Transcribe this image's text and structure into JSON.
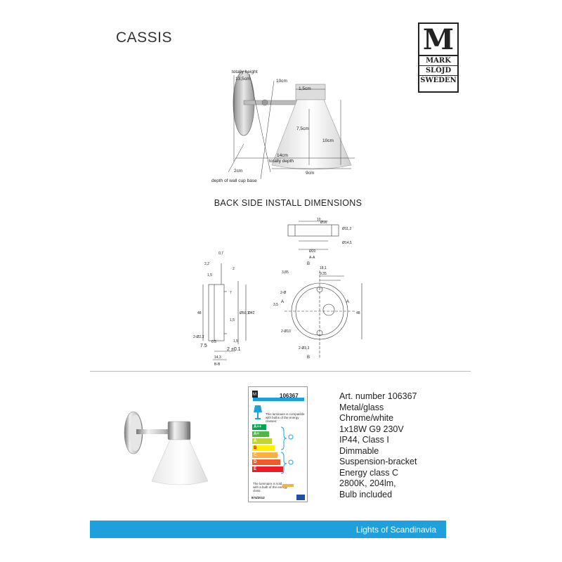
{
  "title": "CASSIS",
  "logo": {
    "letter": "M",
    "line1": "MARK",
    "line2": "SLÖJD",
    "line3": "SWEDEN"
  },
  "sketch": {
    "labels": [
      "totally height",
      "13,5cm",
      "10cm",
      "1,5cm",
      "7,5cm",
      "10cm",
      "14cm",
      "totally depth",
      "9cm",
      "2cm",
      "depth of wall cup base"
    ]
  },
  "install_title": "BACK SIDE INSTALL DIMENSIONS",
  "tech": {
    "top": [
      "Ø16",
      "Ø11,2",
      "Ø14,5",
      "Ø20",
      "A-A",
      "10"
    ],
    "side": [
      "0,7",
      "2,2",
      "2",
      "1,5",
      "7",
      "48",
      "Ø50,7",
      "Ø42",
      "1,5",
      "2-Ø2,3",
      "7.5",
      "2",
      "±0.1",
      "14,3",
      "B-B",
      "0.5",
      "1,5"
    ],
    "front": [
      "B",
      "18,1",
      "9,35",
      "3,85",
      "2-Ø",
      "A",
      "A",
      "48",
      "2-Ø10",
      "2-Ø3,3",
      "B",
      "3,5"
    ]
  },
  "energy_label": {
    "article": "106367",
    "text_top": "This luminaire is compatible with bulbs of the energy classes:",
    "classes": [
      "A++",
      "A+",
      "A",
      "B",
      "C",
      "D",
      "E"
    ],
    "text_bottom": "The luminaire is sold with a bulb of the energy class:",
    "regulation": "874/2012"
  },
  "specs": [
    "Art. number 106367",
    "Metal/glass",
    "Chrome/white",
    "1x18W G9 230V",
    "IP44, Class I",
    "Dimmable",
    "Suspension-bracket",
    "Energy class C",
    "2800K, 204lm,",
    "Bulb included"
  ],
  "footer": "Lights of Scandinavia",
  "colors": {
    "footer": "#1ea0dc",
    "energy_a2": "#00a651",
    "energy_a1": "#4cb847",
    "energy_a": "#bfd730",
    "energy_b": "#fff200",
    "energy_c": "#fbb040",
    "energy_d": "#f15a29",
    "energy_e": "#ed1c24"
  }
}
